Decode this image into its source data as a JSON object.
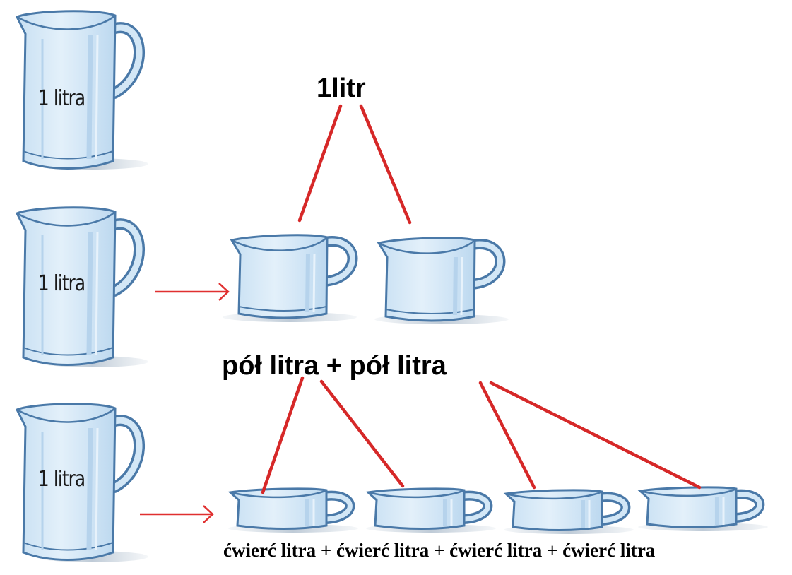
{
  "jug_labels": [
    "1 litra",
    "1 litra",
    "1 litra"
  ],
  "top_label": "1litr",
  "half_label": "pół litra + pół litra",
  "quarter_label": "ćwierć litra + ćwierć litra +  ćwierć litra + ćwierć litra",
  "colors": {
    "connector": "#d62828",
    "arrow": "#e03030",
    "glass_fill": "#d3e7f6",
    "glass_outline": "#4a79a8",
    "glass_highlight": "#b6d3ec"
  }
}
